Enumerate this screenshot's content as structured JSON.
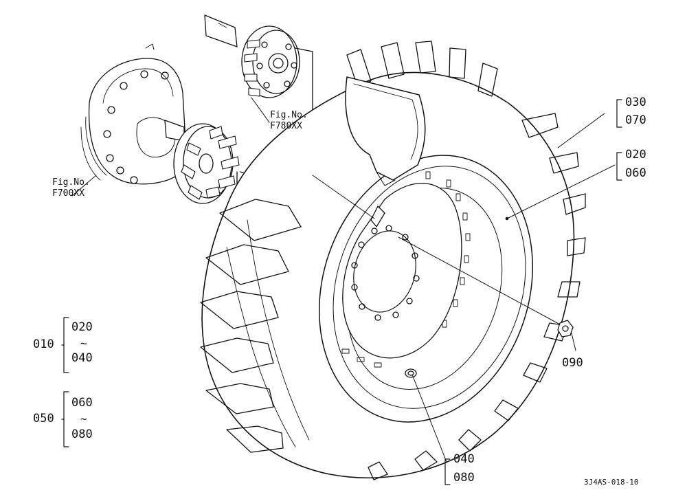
{
  "figure_refs": [
    {
      "name": "fig-ref-f780",
      "label": "Fig.No.",
      "code": "F780XX"
    },
    {
      "name": "fig-ref-f700",
      "label": "Fig.No.",
      "code": "F700XX"
    }
  ],
  "callouts": {
    "c030": "030",
    "c070": "070",
    "c020": "020",
    "c060": "060",
    "c090": "090",
    "c040": "040",
    "c080": "080"
  },
  "groups": [
    {
      "parent": "010",
      "from": "020",
      "sep": "~",
      "to": "040"
    },
    {
      "parent": "050",
      "from": "060",
      "sep": "~",
      "to": "080"
    }
  ],
  "drawing_code": "3J4AS-018-10"
}
